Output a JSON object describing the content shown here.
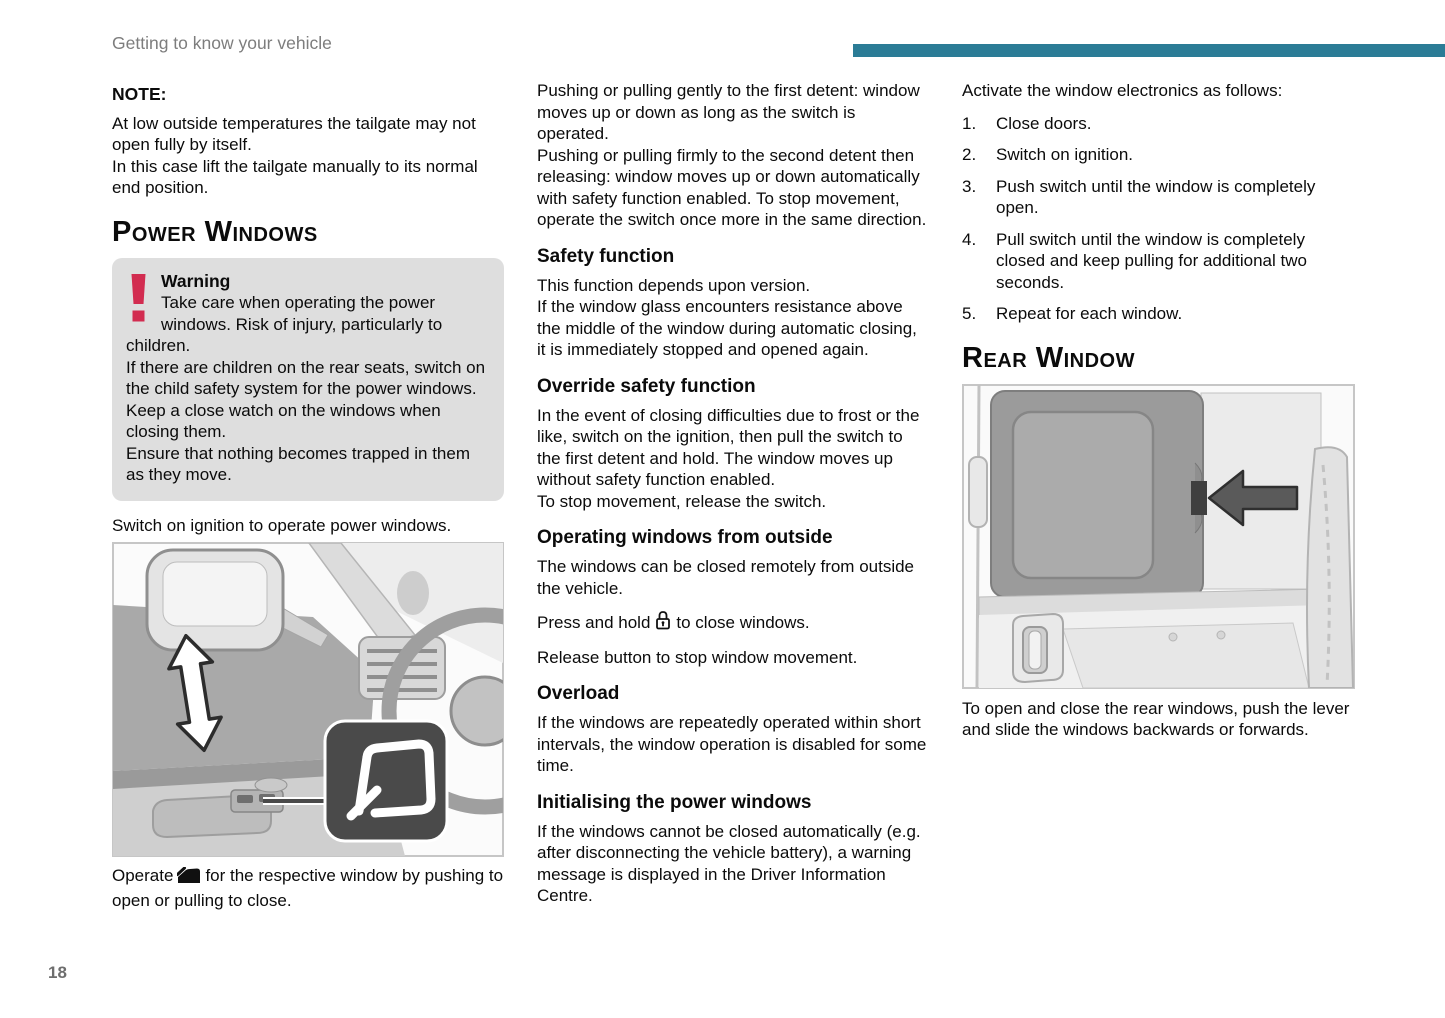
{
  "page": {
    "header": "Getting to know your vehicle",
    "page_number": "18"
  },
  "colors": {
    "accent_bar": "#2b7c96",
    "warning_red": "#d22c50",
    "warning_box_bg": "#dedede",
    "callout_bg": "#4a4a4a"
  },
  "icons": {
    "warning": "exclamation-mark-icon",
    "window_switch": "power-window-switch-icon",
    "lock": "padlock-icon",
    "up_down_arrow": "up-down-arrow-icon",
    "slide_arrow": "left-arrow-icon"
  },
  "left": {
    "note_label": "NOTE:",
    "note_lines": [
      "At low outside temperatures the tailgate may not open fully by itself.",
      "In this case lift the tailgate manually to its normal end position."
    ],
    "power_windows_title": "Power Windows",
    "warning": {
      "title": "Warning",
      "lines": [
        "Take care when operating the power windows. Risk of injury, particularly to children.",
        "If there are children on the rear seats, switch on the child safety system for the power windows.",
        "Keep a close watch on the windows when closing them.",
        "Ensure that nothing becomes trapped in them as they move."
      ]
    },
    "switch_ignition": "Switch on ignition to operate power windows.",
    "operate_before": "Operate",
    "operate_after": "for the respective window by pushing to open or pulling to close."
  },
  "middle": {
    "intro_lines": [
      "Pushing or pulling gently to the first detent: window moves up or down as long as the switch is operated.",
      "Pushing or pulling firmly to the second detent then releasing: window moves up or down automatically with safety function enabled. To stop movement, operate the switch once more in the same direction."
    ],
    "safety_function": {
      "title": "Safety function",
      "lines": [
        "This function depends upon version.",
        "If the window glass encounters resistance above the middle of the window during automatic closing, it is immediately stopped and opened again."
      ]
    },
    "override": {
      "title": "Override safety function",
      "lines": [
        "In the event of closing difficulties due to frost or the like, switch on the ignition, then pull the switch to the first detent and hold. The window moves up without safety function enabled.",
        "To stop movement, release the switch."
      ]
    },
    "outside": {
      "title": "Operating windows from outside",
      "line1": "The windows can be closed remotely from outside the vehicle.",
      "press_before": "Press and hold",
      "press_after": "to close windows.",
      "release_line": "Release button to stop window movement."
    },
    "overload": {
      "title": "Overload",
      "line1": "If the windows are repeatedly operated within short intervals, the window operation is disabled for some time."
    },
    "initialising": {
      "title": "Initialising the power windows",
      "line1": "If the windows cannot be closed automatically (e.g. after disconnecting the vehicle battery), a warning message is displayed in the Driver Information Centre."
    }
  },
  "right": {
    "activate_intro": "Activate the window electronics as follows:",
    "steps": [
      {
        "num": "1.",
        "text": "Close doors."
      },
      {
        "num": "2.",
        "text": "Switch on ignition."
      },
      {
        "num": "3.",
        "text": "Push switch until the window is completely open."
      },
      {
        "num": "4.",
        "text": "Pull switch until the window is completely closed and keep pulling for additional two seconds."
      },
      {
        "num": "5.",
        "text": "Repeat for each window."
      }
    ],
    "rear_window_title": "Rear Window",
    "caption": "To open and close the rear windows, push the lever and slide the windows backwards or forwards."
  }
}
